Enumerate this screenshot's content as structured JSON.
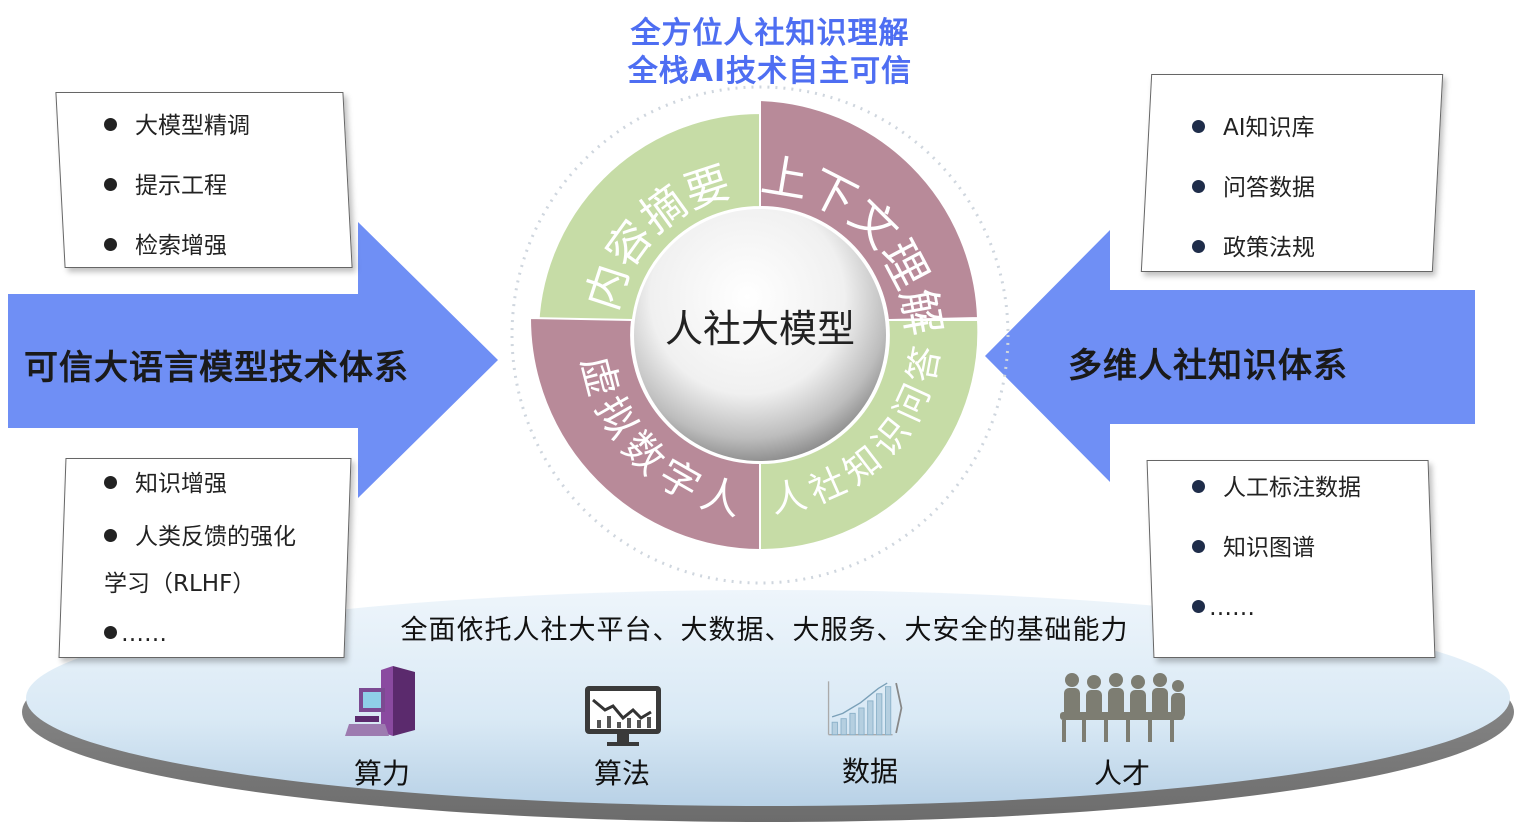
{
  "header": {
    "line1": "全方位人社知识理解",
    "line2": "全栈AI技术自主可信"
  },
  "center": {
    "label": "人社大模型",
    "segments": {
      "top_left": "内容摘要",
      "top_right": "上下文理解",
      "bottom_left": "虚拟数字人",
      "bottom_right": "人社知识问答"
    }
  },
  "left_arrow": {
    "label": "可信大语言模型技术体系",
    "color": "#6f8ff5"
  },
  "right_arrow": {
    "label": "多维人社知识体系",
    "color": "#6f8ff5"
  },
  "left_top_card": {
    "items": [
      "大模型精调",
      "提示工程",
      "检索增强"
    ]
  },
  "left_bottom_card": {
    "items": [
      "知识增强",
      "人类反馈的强化",
      "学习（RLHF）",
      "……"
    ]
  },
  "right_top_card": {
    "items": [
      "AI知识库",
      "问答数据",
      "政策法规"
    ]
  },
  "right_bottom_card": {
    "items": [
      "人工标注数据",
      "知识图谱",
      "……"
    ]
  },
  "platform": {
    "text": "全面依托人社大平台、大数据、大服务、大安全的基础能力",
    "resources": [
      {
        "label": "算力",
        "icon": "computer-icon"
      },
      {
        "label": "算法",
        "icon": "monitor-chart-icon"
      },
      {
        "label": "数据",
        "icon": "bar-chart-icon"
      },
      {
        "label": "人才",
        "icon": "people-icon"
      }
    ]
  },
  "colors": {
    "green": "#c6dca6",
    "pink": "#b88a99",
    "arrow": "#6f8ff5",
    "header": "#4e6ef2"
  }
}
